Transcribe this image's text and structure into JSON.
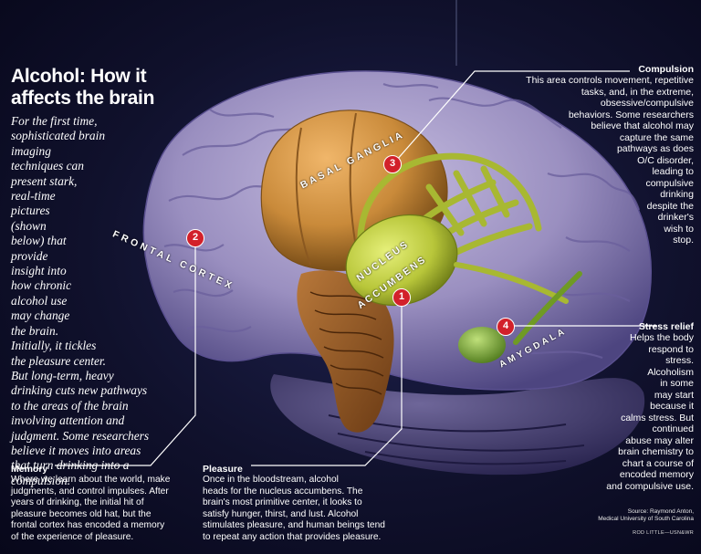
{
  "title": [
    "Alcohol: How it",
    "affects the brain"
  ],
  "intro": [
    "For the first time,",
    "sophisticated brain",
    "imaging",
    "techniques can",
    "present stark,",
    "real-time",
    "pictures",
    "(shown",
    "below) that",
    "provide",
    "insight into",
    "how chronic",
    "alcohol use",
    "may change",
    "the brain.",
    "Initially, it tickles",
    "the pleasure center.",
    "But long-term, heavy",
    "drinking cuts new pathways",
    "to the areas of the brain",
    "involving attention and",
    "judgment. Some researchers",
    "believe it moves into areas",
    "that turn drinking into a",
    "compulsion."
  ],
  "regions": {
    "frontal_cortex": "FRONTAL CORTEX",
    "basal_ganglia": "BASAL GANGLIA",
    "nucleus": "NUCLEUS",
    "accumbens": "ACCUMBENS",
    "amygdala": "AMYGDALA"
  },
  "markers": [
    "1",
    "2",
    "3",
    "4"
  ],
  "callouts": {
    "compulsion": {
      "heading": "Compulsion",
      "lines": [
        "This area controls movement, repetitive",
        "tasks, and, in the extreme,",
        "obsessive/compulsive",
        "behaviors. Some researchers",
        "believe that alcohol may",
        "capture the same",
        "pathways as does",
        "O/C disorder,",
        "leading to",
        "compulsive",
        "drinking",
        "despite the",
        "drinker's",
        "wish to",
        "stop."
      ]
    },
    "stress_relief": {
      "heading": "Stress relief",
      "lines": [
        "Helps the body",
        "respond to",
        "stress.",
        "Alcoholism",
        "in some",
        "may start",
        "because it",
        "calms stress. But",
        "continued",
        "abuse may alter",
        "brain chemistry to",
        "chart a course of",
        "encoded memory",
        "and compulsive use."
      ]
    },
    "memory": {
      "heading": "Memory",
      "lines": [
        "Where we learn about the world, make",
        "judgments, and control impulses. After",
        "years of drinking, the initial hit of",
        "pleasure becomes old hat, but the",
        "frontal cortex has encoded a memory",
        "of the experience of pleasure."
      ]
    },
    "pleasure": {
      "heading": "Pleasure",
      "lines": [
        "Once in the bloodstream, alcohol",
        "heads for the nucleus accumbens. The",
        "brain's most primitive center, it looks to",
        "satisfy hunger, thirst, and lust. Alcohol",
        "stimulates pleasure, and human beings tend",
        "to repeat any action that provides pleasure."
      ]
    }
  },
  "source": [
    "Source: Raymond Anton,",
    "Medical University of South Carolina"
  ],
  "credit": "ROD LITTLE—USN&WR",
  "colors": {
    "cortex": "#9a8fc0",
    "basal_ganglia": "#c98a3a",
    "nucleus_accumbens": "#b8c63a",
    "marker": "#d2202a",
    "background": "#10112c"
  }
}
